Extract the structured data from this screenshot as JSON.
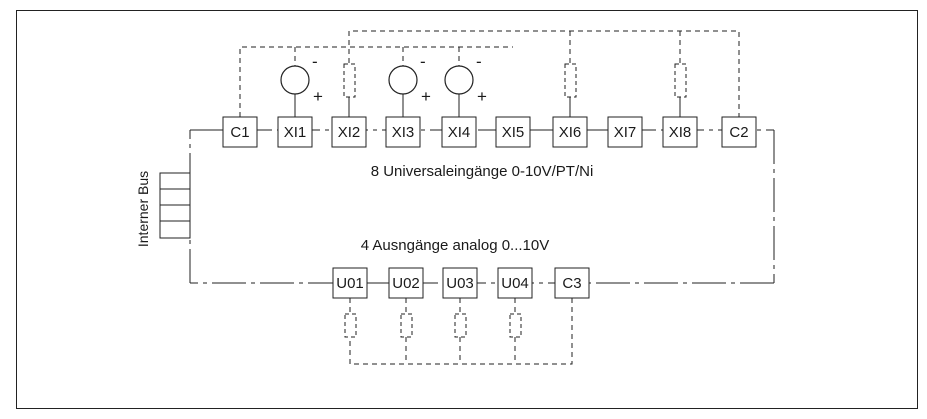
{
  "diagram": {
    "input_terminals": [
      "C1",
      "XI1",
      "XI2",
      "XI3",
      "XI4",
      "XI5",
      "XI6",
      "XI7",
      "XI8",
      "C2"
    ],
    "output_terminals": [
      "U01",
      "U02",
      "U03",
      "U04",
      "C3"
    ],
    "inputs_label": "8 Universaleingänge 0-10V/PT/Ni",
    "outputs_label": "4 Ausngänge analog 0...10V",
    "bus_label": "Interner Bus",
    "minus_sign": "-",
    "plus_sign": "+"
  }
}
